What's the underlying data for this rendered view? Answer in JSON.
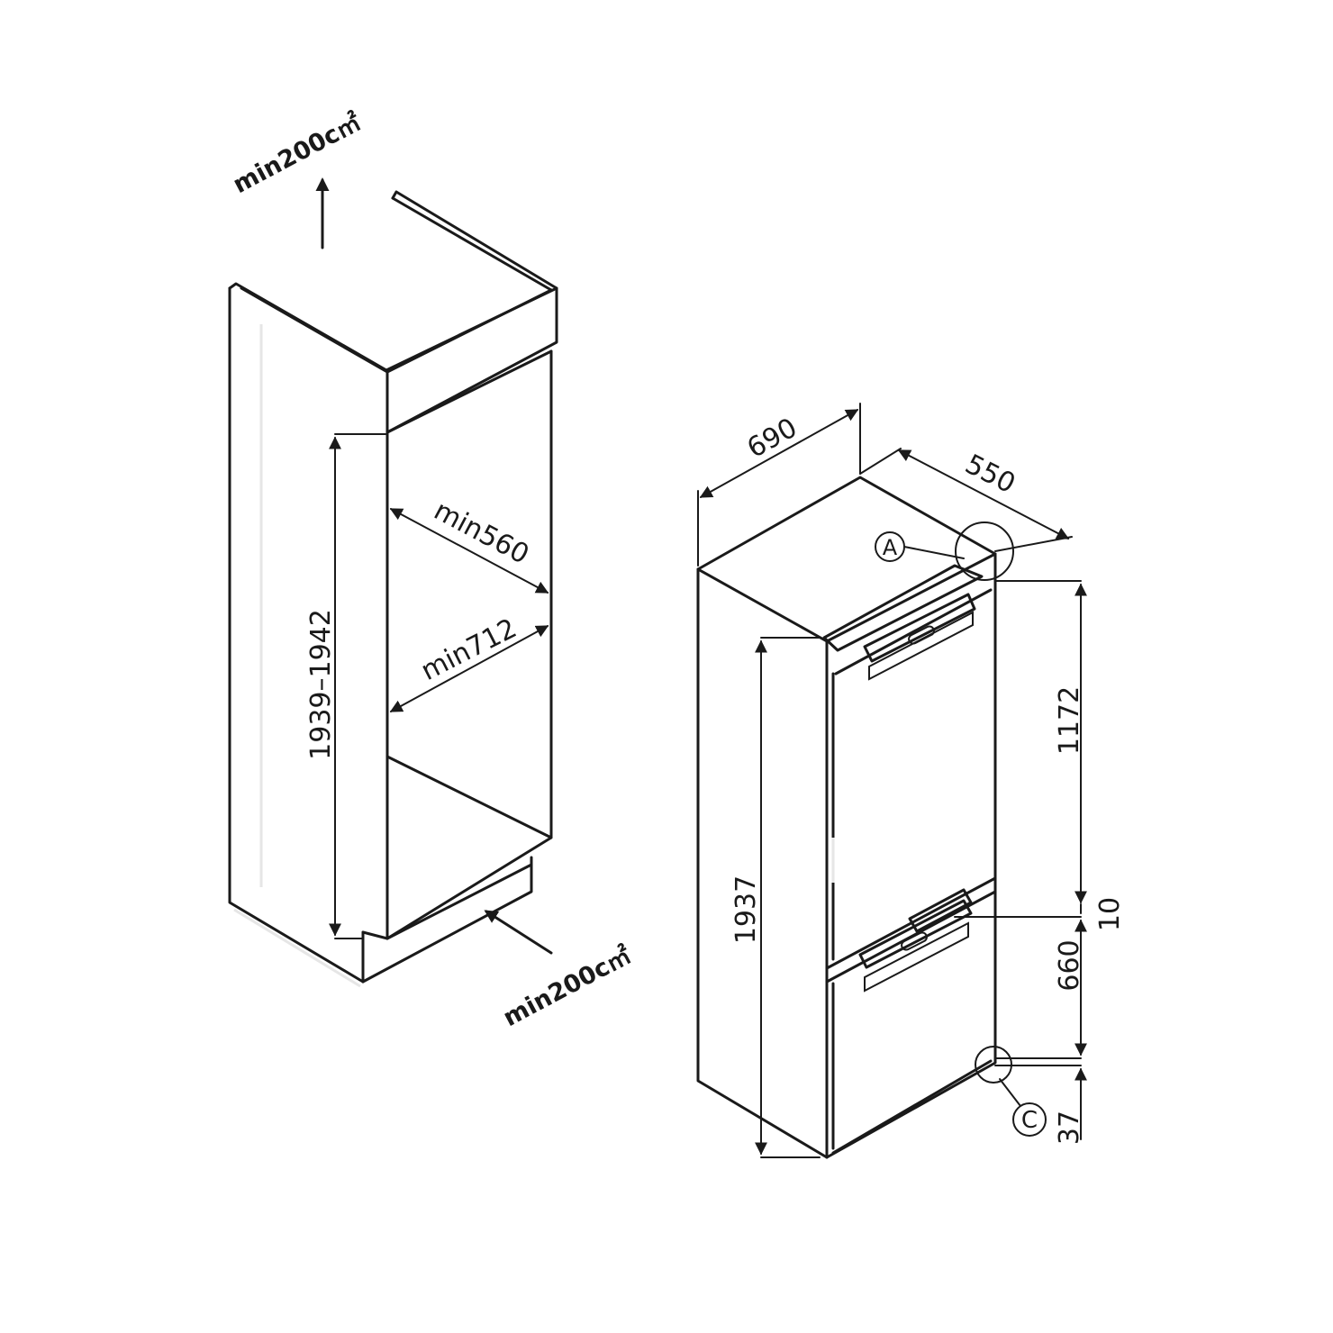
{
  "niche": {
    "top_vent_label": "min200c㎡",
    "bottom_vent_label": "min200c㎡",
    "height_range_label": "1939–1942",
    "width_label": "min560",
    "depth_label": "min712"
  },
  "appliance": {
    "width_label": "690",
    "depth_label": "550",
    "total_height_label": "1937",
    "upper_section_label": "1172",
    "gap_label": "10",
    "lower_section_label": "660",
    "bottom_offset_label": "37",
    "callout_a_label": "A",
    "callout_c_label": "C"
  },
  "colors": {
    "line": "#1a1a1a",
    "background": "#ffffff"
  }
}
